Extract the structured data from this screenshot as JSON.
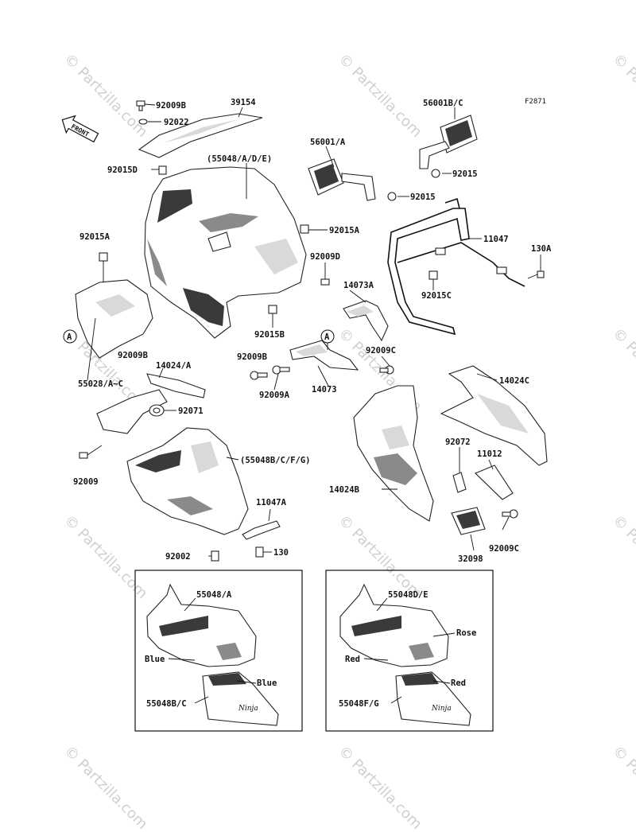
{
  "figure_code": "F2871",
  "front_arrow_text": "FRONT",
  "watermark_text": "© Partzilla.com",
  "labels": {
    "p92009B_top": "92009B",
    "p92022": "92022",
    "p39154": "39154",
    "p92015D": "92015D",
    "p55048ADE": "(55048/A/D/E)",
    "p56001A": "56001/A",
    "p56001BC": "56001B/C",
    "p92015_mirror": "92015",
    "p92015_mid": "92015",
    "p92015A_right": "92015A",
    "p92015A_left": "92015A",
    "p11047": "11047",
    "p130A": "130A",
    "p92009D": "92009D",
    "p14073A": "14073A",
    "p92015C": "92015C",
    "p92015B": "92015B",
    "p92009B_left": "92009B",
    "p14024A": "14024/A",
    "p55028": "55028/A~C",
    "p92009B_mid": "92009B",
    "p92009A": "92009A",
    "p14073": "14073",
    "p92009C_top": "92009C",
    "p14024C": "14024C",
    "p92071": "92071",
    "p92009": "92009",
    "p55048BCFG": "(55048B/C/F/G)",
    "p92072": "92072",
    "p11012": "11012",
    "p14024B": "14024B",
    "p11047A": "11047A",
    "p92002": "92002",
    "p130": "130",
    "p92009C_bot": "92009C",
    "p32098": "32098"
  },
  "callout_letter": "A",
  "boxes": {
    "left": {
      "upper_part": "55048/A",
      "lower_part": "55048B/C",
      "upper_color": "Blue",
      "lower_color": "Blue"
    },
    "right": {
      "upper_part": "55048D/E",
      "lower_part": "55048F/G",
      "upper_color_a": "Rose",
      "upper_color_b": "Red",
      "lower_color": "Red"
    }
  },
  "decal_text": "Ninja"
}
